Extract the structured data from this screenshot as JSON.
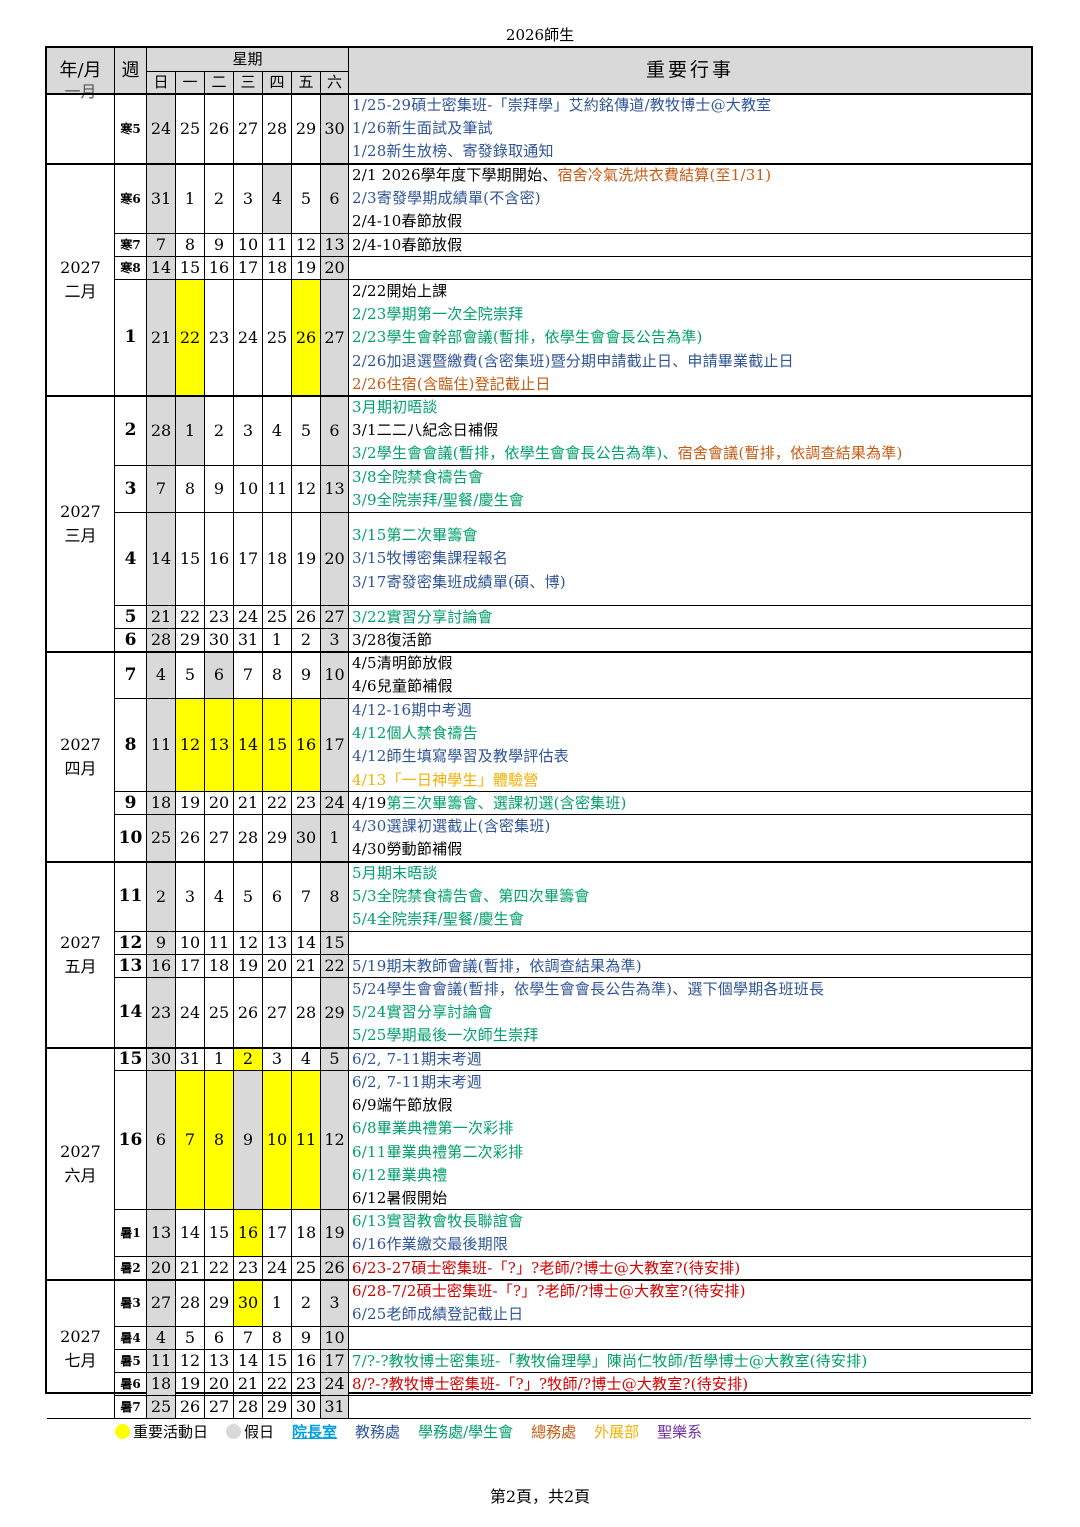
{
  "title": "2026師生",
  "header": {
    "col_yearmonth": "年/月",
    "col_week": "週",
    "col_weekday_group": "星期",
    "weekdays": [
      "日",
      "一",
      "二",
      "三",
      "四",
      "五",
      "六"
    ],
    "col_events": "重要行事"
  },
  "month_labels": [
    {
      "year": "",
      "month": "一月"
    },
    {
      "year": "2027",
      "month": "二月"
    },
    {
      "year": "2027",
      "month": "三月"
    },
    {
      "year": "2027",
      "month": "四月"
    },
    {
      "year": "2027",
      "month": "五月"
    },
    {
      "year": "2027",
      "month": "六月"
    },
    {
      "year": "2027",
      "month": "七月"
    }
  ],
  "rows": [
    {
      "week": "寒5",
      "days": [
        "24",
        "25",
        "26",
        "27",
        "28",
        "29",
        "30"
      ],
      "events": [
        {
          "text": "1/25-29碩士密集班-「崇拜學」艾約銘傳道/教牧博士@大教室",
          "color": "blue"
        },
        {
          "text": "1/26新生面試及筆試",
          "color": "blue"
        },
        {
          "text": "1/28新生放榜、寄發錄取通知",
          "color": "blue"
        }
      ]
    },
    {
      "week": "寒6",
      "days": [
        "31",
        "1",
        "2",
        "3",
        "4",
        "5",
        "6"
      ],
      "events": [
        {
          "text": "2/1 2026學年度下學期開始、",
          "color": "black",
          "extra": {
            "text": "宿舍冷氣洗烘衣費結算(至1/31)",
            "color": "orange"
          }
        },
        {
          "text": "2/3寄發學期成績單(不含密)",
          "color": "blue"
        },
        {
          "text": "2/4-10春節放假",
          "color": "black"
        }
      ]
    },
    {
      "week": "寒7",
      "days": [
        "7",
        "8",
        "9",
        "10",
        "11",
        "12",
        "13"
      ],
      "events": [
        {
          "text": "2/4-10春節放假",
          "color": "black"
        }
      ]
    },
    {
      "week": "寒8",
      "days": [
        "14",
        "15",
        "16",
        "17",
        "18",
        "19",
        "20"
      ],
      "events": []
    },
    {
      "week": "1",
      "days": [
        "21",
        "22",
        "23",
        "24",
        "25",
        "26",
        "27"
      ],
      "events": [
        {
          "text": "2/22開始上課",
          "color": "black"
        },
        {
          "text": "2/23學期第一次全院崇拜",
          "color": "green"
        },
        {
          "text": "2/23學生會幹部會議(暫排，依學生會會長公告為準)",
          "color": "green"
        },
        {
          "text": "2/26加退選暨繳費(含密集班)暨分期申請截止日、申請畢業截止日",
          "color": "blue"
        },
        {
          "text": "2/26住宿(含臨住)登記截止日",
          "color": "orange"
        }
      ]
    },
    {
      "week": "2",
      "days": [
        "28",
        "1",
        "2",
        "3",
        "4",
        "5",
        "6"
      ],
      "events": [
        {
          "text": "3月期初晤談",
          "color": "green"
        },
        {
          "text": "3/1二二八紀念日補假",
          "color": "black"
        },
        {
          "text": "3/2學生會會議(暫排，依學生會會長公告為準)、",
          "color": "green",
          "extra": {
            "text": "宿舍會議(暫排，依調查結果為準)",
            "color": "orange"
          }
        }
      ]
    },
    {
      "week": "3",
      "days": [
        "7",
        "8",
        "9",
        "10",
        "11",
        "12",
        "13"
      ],
      "events": [
        {
          "text": "3/8全院禁食禱告會",
          "color": "green"
        },
        {
          "text": "3/9全院崇拜/聖餐/慶生會",
          "color": "green"
        }
      ]
    },
    {
      "week": "4",
      "days": [
        "14",
        "15",
        "16",
        "17",
        "18",
        "19",
        "20"
      ],
      "events": [
        {
          "text": "3/15第二次畢籌會",
          "color": "green"
        },
        {
          "text": "3/15牧博密集課程報名",
          "color": "blue"
        },
        {
          "text": "3/17寄發密集班成績單(碩、博)",
          "color": "blue"
        }
      ]
    },
    {
      "week": "5",
      "days": [
        "21",
        "22",
        "23",
        "24",
        "25",
        "26",
        "27"
      ],
      "events": [
        {
          "text": "3/22實習分享討論會",
          "color": "green"
        }
      ]
    },
    {
      "week": "6",
      "days": [
        "28",
        "29",
        "30",
        "31",
        "1",
        "2",
        "3"
      ],
      "events": [
        {
          "text": "3/28復活節",
          "color": "black"
        }
      ]
    },
    {
      "week": "7",
      "days": [
        "4",
        "5",
        "6",
        "7",
        "8",
        "9",
        "10"
      ],
      "events": [
        {
          "text": "4/5清明節放假",
          "color": "black"
        },
        {
          "text": "4/6兒童節補假",
          "color": "black"
        }
      ]
    },
    {
      "week": "8",
      "days": [
        "11",
        "12",
        "13",
        "14",
        "15",
        "16",
        "17"
      ],
      "events": [
        {
          "text": "4/12-16期中考週",
          "color": "blue"
        },
        {
          "text": "4/12個人禁食禱告",
          "color": "green"
        },
        {
          "text": "4/12師生填寫學習及教學評估表",
          "color": "blue"
        },
        {
          "text": "4/13「一日神學生」體驗營",
          "color": "gold"
        }
      ]
    },
    {
      "week": "9",
      "days": [
        "18",
        "19",
        "20",
        "21",
        "22",
        "23",
        "24"
      ],
      "events": [
        {
          "text": "4/19",
          "color": "black",
          "extra": {
            "text": "第三次畢籌會、選課初選(含密集班)",
            "color": "green",
            "extra2": true
          }
        }
      ]
    },
    {
      "week": "10",
      "days": [
        "25",
        "26",
        "27",
        "28",
        "29",
        "30",
        "1"
      ],
      "events": [
        {
          "text": "4/30選課初選截止(含密集班)",
          "color": "blue"
        },
        {
          "text": "4/30勞動節補假",
          "color": "black"
        }
      ]
    },
    {
      "week": "11",
      "days": [
        "2",
        "3",
        "4",
        "5",
        "6",
        "7",
        "8"
      ],
      "events": [
        {
          "text": "5月期末晤談",
          "color": "green"
        },
        {
          "text": "5/3全院禁食禱告會、第四次畢籌會",
          "color": "green"
        },
        {
          "text": "5/4全院崇拜/聖餐/慶生會",
          "color": "green"
        }
      ]
    },
    {
      "week": "12",
      "days": [
        "9",
        "10",
        "11",
        "12",
        "13",
        "14",
        "15"
      ],
      "events": []
    },
    {
      "week": "13",
      "days": [
        "16",
        "17",
        "18",
        "19",
        "20",
        "21",
        "22"
      ],
      "events": [
        {
          "text": "5/19期末教師會議(暫排，依調查結果為準)",
          "color": "blue"
        }
      ]
    },
    {
      "week": "14",
      "days": [
        "23",
        "24",
        "25",
        "26",
        "27",
        "28",
        "29"
      ],
      "events": [
        {
          "text": "5/24學生會會議(暫排，依學生會會長公告為準)、選下個學期各班班長",
          "color": "blue"
        },
        {
          "text": "5/24實習分享討論會",
          "color": "green"
        },
        {
          "text": "5/25學期最後一次師生崇拜",
          "color": "green"
        }
      ]
    },
    {
      "week": "15",
      "days": [
        "30",
        "31",
        "1",
        "2",
        "3",
        "4",
        "5"
      ],
      "events": [
        {
          "text": "6/2, 7-11期末考週",
          "color": "blue"
        }
      ]
    },
    {
      "week": "16",
      "days": [
        "6",
        "7",
        "8",
        "9",
        "10",
        "11",
        "12"
      ],
      "events": [
        {
          "text": "6/2, 7-11期末考週",
          "color": "blue"
        },
        {
          "text": "6/9端午節放假",
          "color": "black"
        },
        {
          "text": "6/8畢業典禮第一次彩排",
          "color": "green"
        },
        {
          "text": "6/11畢業典禮第二次彩排",
          "color": "green"
        },
        {
          "text": "6/12畢業典禮",
          "color": "green"
        },
        {
          "text": "6/12暑假開始",
          "color": "black"
        }
      ]
    },
    {
      "week": "暑1",
      "days": [
        "13",
        "14",
        "15",
        "16",
        "17",
        "18",
        "19"
      ],
      "events": [
        {
          "text": "6/13實習教會牧長聯誼會",
          "color": "green"
        },
        {
          "text": "6/16作業繳交最後期限",
          "color": "blue"
        }
      ]
    },
    {
      "week": "暑2",
      "days": [
        "20",
        "21",
        "22",
        "23",
        "24",
        "25",
        "26"
      ],
      "events": [
        {
          "text": "6/23-27碩士密集班-「?」?老師/?博士@大教室?(待安排)",
          "color": "red"
        }
      ]
    },
    {
      "week": "暑3",
      "days": [
        "27",
        "28",
        "29",
        "30",
        "1",
        "2",
        "3"
      ],
      "events": [
        {
          "text": "6/28-7/2碩士密集班-「?」?老師/?博士@大教室?(待安排)",
          "color": "red"
        },
        {
          "text": "6/25老師成績登記截止日",
          "color": "blue"
        }
      ]
    },
    {
      "week": "暑4",
      "days": [
        "4",
        "5",
        "6",
        "7",
        "8",
        "9",
        "10"
      ],
      "events": []
    },
    {
      "week": "暑5",
      "days": [
        "11",
        "12",
        "13",
        "14",
        "15",
        "16",
        "17"
      ],
      "events": [
        {
          "text": "7/?-?教牧博士密集班-「教牧倫理學」陳尚仁牧師/哲學博士@大教室(待安排)",
          "color": "green"
        }
      ]
    },
    {
      "week": "暑6",
      "days": [
        "18",
        "19",
        "20",
        "21",
        "22",
        "23",
        "24"
      ],
      "events": [
        {
          "text": "8/?-?教牧博士密集班-「?」?牧師/?博士@大教室?(待安排)",
          "color": "red"
        }
      ]
    },
    {
      "week": "暑7",
      "days": [
        "25",
        "26",
        "27",
        "28",
        "29",
        "30",
        "31"
      ],
      "events": []
    }
  ],
  "legend": [
    {
      "label": "重要活動日",
      "dot": "#ffff00",
      "color": "#000000"
    },
    {
      "label": "假日",
      "dot": "#d9d9d9",
      "color": "#000000"
    },
    {
      "label": "院長室",
      "color": "#00a0e0"
    },
    {
      "label": "教務處",
      "color": "#2f5597"
    },
    {
      "label": "學務處/學生會",
      "color": "#00a06a"
    },
    {
      "label": "總務處",
      "color": "#c55a11"
    },
    {
      "label": "外展部",
      "color": "#f4b000"
    },
    {
      "label": "聖樂系",
      "color": "#7030a0"
    }
  ],
  "footer": "第2頁，共2頁"
}
